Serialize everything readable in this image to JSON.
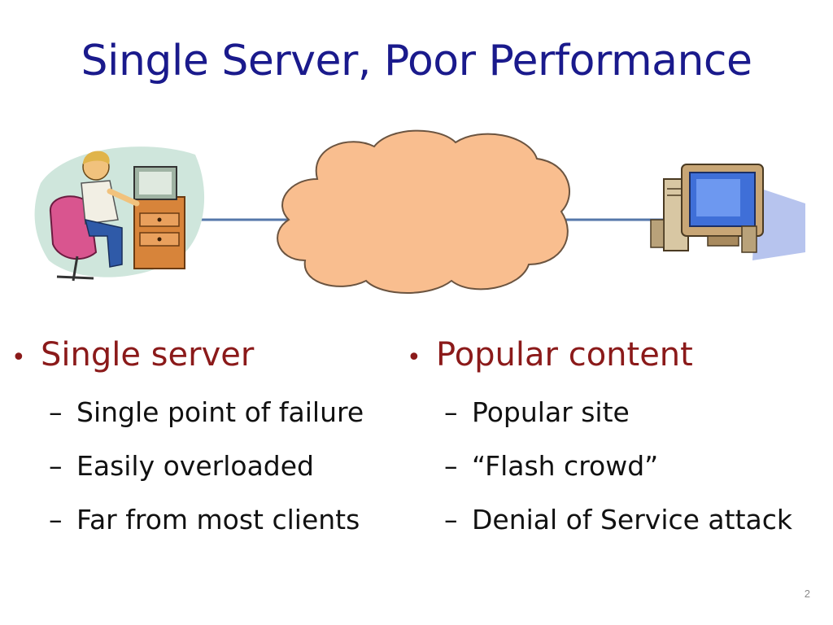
{
  "slide": {
    "title": "Single Server, Poor Performance",
    "page_number": "2"
  },
  "illustration": {
    "left_icon": "person-at-computer-clipart",
    "center_icon": "network-cloud",
    "right_icon": "desktop-computer-server-clipart",
    "cloud_color": "#f9be8f",
    "link_color": "#5577aa"
  },
  "left_column": {
    "bullet": "Single server",
    "items": [
      "Single point of failure",
      "Easily overloaded",
      "Far from most clients"
    ]
  },
  "right_column": {
    "bullet": "Popular content",
    "items": [
      "Popular site",
      "“Flash crowd”",
      "Denial of Service attack"
    ]
  },
  "glyphs": {
    "bullet": "•",
    "dash": "–"
  },
  "colors": {
    "title": "#1a1a8c",
    "bullet_text": "#8b1a1a",
    "sub_text": "#111111"
  }
}
